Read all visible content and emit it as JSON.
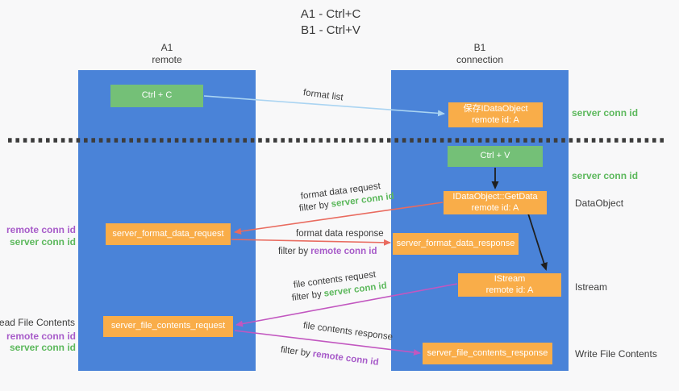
{
  "title": {
    "line1": "A1 - Ctrl+C",
    "line2": "B1 - Ctrl+V"
  },
  "columns": {
    "a": {
      "name": "A1",
      "role": "remote"
    },
    "b": {
      "name": "B1",
      "role": "connection"
    }
  },
  "nodes": {
    "ctrl_c": "Ctrl + C",
    "ctrl_v": "Ctrl + V",
    "save_dataobject": {
      "line1": "保存IDataObject",
      "line2": "remote id: A"
    },
    "getdata": {
      "line1": "IDataObject::GetData",
      "line2": "remote id: A"
    },
    "istream": {
      "line1": "IStream",
      "line2": "remote id: A"
    },
    "format_request": "server_format_data_request",
    "format_response": "server_format_data_response",
    "file_request": "server_file_contents_request",
    "file_response": "server_file_contents_response"
  },
  "edge_labels": {
    "format_list": "format list",
    "format_data_request": "format data request",
    "format_data_response": "format data response",
    "file_contents_request": "file contents request",
    "file_contents_response": "file contents response",
    "filter_by": "filter by",
    "server_conn_id": "server conn id",
    "remote_conn_id": "remote conn id"
  },
  "side_labels": {
    "server_conn_id": "server conn id",
    "remote_conn_id": "remote conn id",
    "dataobject": "DataObject",
    "istream": "Istream",
    "read_file_contents": "Read File Contents",
    "write_file_contents": "Write File Contents"
  },
  "colors": {
    "column_blue": "#4a83d8",
    "node_green": "#74c077",
    "node_orange": "#f9ad49",
    "arrow_light_blue": "#aad4f2",
    "arrow_red": "#e96b5f",
    "arrow_magenta": "#c257c0",
    "arrow_black": "#1f1f1f",
    "text_green": "#5cb85c",
    "text_purple": "#a75bc9",
    "text_dark": "#3b3b3b",
    "divider_dark": "#3d3d3d",
    "background": "#f8f8f9"
  }
}
